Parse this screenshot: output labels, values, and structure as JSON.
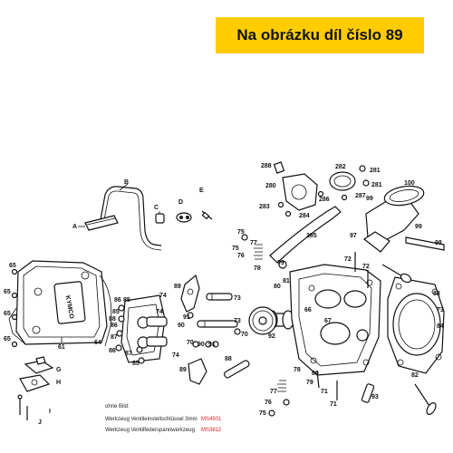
{
  "banner": {
    "text": "Na obrázku díl číslo 89",
    "background": "#ffcc00"
  },
  "notes": {
    "heading": "ohne Bild:",
    "rows": [
      {
        "text": "Werkzeug Ventileinstellschlüssel 3mm",
        "code": "MS4501"
      },
      {
        "text": "Werkzeug Ventilfederspannwerkzeug",
        "code": "MS3812"
      }
    ],
    "code_color": "#d21e1e"
  },
  "cover": {
    "brand": "KYMCO"
  },
  "labels": {
    "A": "A",
    "B": "B",
    "C": "C",
    "D": "D",
    "E": "E",
    "G": "G",
    "H": "H",
    "I": "I",
    "J": "J",
    "p61": "61",
    "p64": "64",
    "p65a": "65",
    "p65b": "65",
    "p65c": "65",
    "p65d": "65",
    "p66": "66",
    "p67": "67",
    "p70a": "70",
    "p70b": "70",
    "p71a": "71",
    "p71b": "71",
    "p72a": "72",
    "p72b": "72",
    "p73a": "73",
    "p73b": "73",
    "p74a": "74",
    "p74b": "74",
    "p74c": "74",
    "p75a": "75",
    "p75b": "75",
    "p75c": "75",
    "p76a": "76",
    "p76b": "76",
    "p77a": "77",
    "p77b": "77",
    "p78a": "78",
    "p78b": "78",
    "p79a": "79",
    "p79b": "79",
    "p80a": "80",
    "p80b": "80",
    "p81": "81",
    "p82": "82",
    "p83": "83",
    "p84": "84",
    "p85a": "85",
    "p85b": "85",
    "p85c": "85",
    "p86a": "86",
    "p86b": "86",
    "p86c": "86",
    "p87a": "87",
    "p87b": "87",
    "p88a": "88",
    "p88b": "88",
    "p89a": "89",
    "p89b": "89",
    "p90a": "90",
    "p90b": "90",
    "p91a": "91",
    "p91b": "91",
    "p92": "92",
    "p93": "93",
    "p97": "97",
    "p98": "98",
    "p99a": "99",
    "p99b": "99",
    "p100": "100",
    "p280": "280",
    "p281a": "281",
    "p281b": "281",
    "p282": "282",
    "p283": "283",
    "p284": "284",
    "p285": "285",
    "p286": "286",
    "p287": "287",
    "p288": "288"
  }
}
